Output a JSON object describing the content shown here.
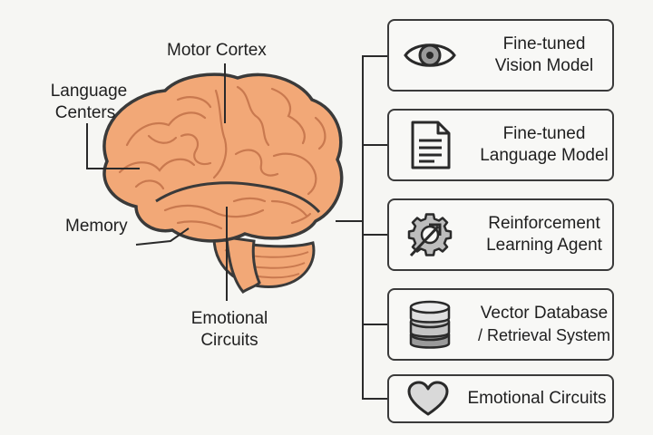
{
  "brain_labels": {
    "motor_cortex": "Motor Cortex",
    "language_line1": "Language",
    "language_line2": "Centers",
    "memory": "Memory",
    "emotional_line1": "Emotional",
    "emotional_line2": "Circuits"
  },
  "cards": [
    {
      "line1": "Fine-tuned",
      "line2": "Vision Model",
      "icon": "eye-icon"
    },
    {
      "line1": "Fine-tuned",
      "line2": "Language Model",
      "icon": "document-icon"
    },
    {
      "line1": "Reinforcement",
      "line2": "Learning Agent",
      "icon": "gear-arrow-icon"
    },
    {
      "line1": "Vector Database",
      "line2": "/ Retrieval System",
      "icon": "database-icon"
    },
    {
      "line1": "Emotional Circuits",
      "icon": "heart-icon"
    }
  ],
  "colors": {
    "brain_fill": "#f2a877",
    "brain_outline": "#3a3a3a",
    "brain_folds": "#c9794f",
    "icon_gray": "#9a9a9a",
    "background": "#f6f6f3"
  }
}
